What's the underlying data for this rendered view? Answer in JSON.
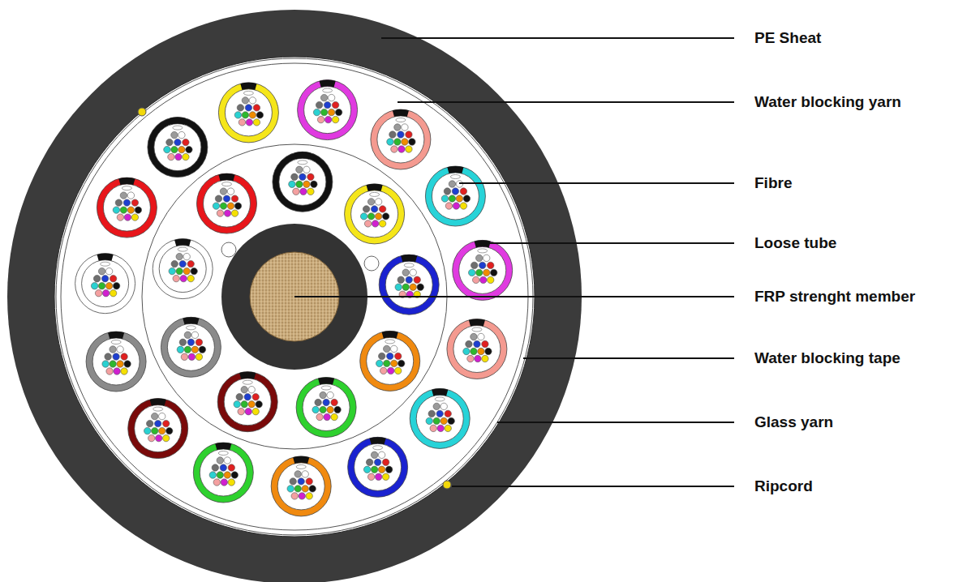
{
  "diagram": {
    "labels": [
      "PE Sheat",
      "Water blocking yarn",
      "Fibre",
      "Loose tube",
      "FRP strenght member",
      "Water blocking tape",
      "Glass yarn",
      "Ripcord"
    ]
  }
}
